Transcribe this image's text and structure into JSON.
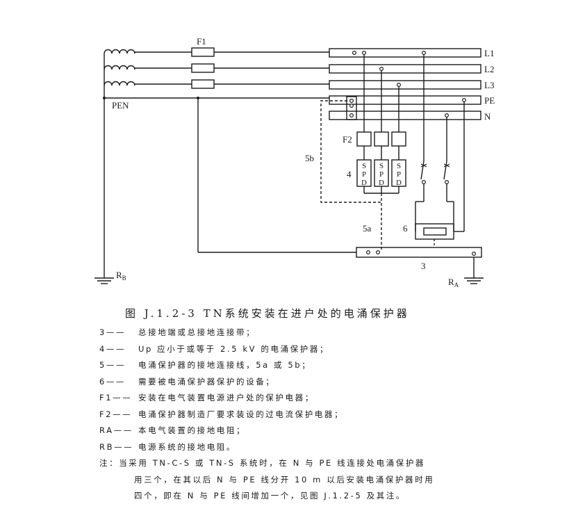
{
  "diagram": {
    "labels": {
      "f1": "F1",
      "l1": "L1",
      "l2": "L2",
      "l3": "L3",
      "pe": "PE",
      "n": "N",
      "pen": "PEN",
      "f2": "F2",
      "spd_letters": [
        "S",
        "P",
        "D"
      ],
      "label_4": "4",
      "label_5b": "5b",
      "label_5a": "5a",
      "label_6": "6",
      "label_3": "3",
      "rb_main": "R",
      "rb_sub": "B",
      "ra_main": "R",
      "ra_sub": "A"
    }
  },
  "caption": "图 J.1.2-3   TN系统安装在进户处的电涌保护器",
  "legend": [
    {
      "code": "3——",
      "text": "总接地端或总接地连接带；"
    },
    {
      "code": "4——",
      "text": "Up 应小于或等于 2.5 kV 的电涌保护器；"
    },
    {
      "code": "5——",
      "text": "电涌保护器的接地连接线，5a 或 5b；"
    },
    {
      "code": "6——",
      "text": "需要被电涌保护器保护的设备；"
    },
    {
      "code": "F1——",
      "text": "安装在电气装置电源进户处的保护电器；"
    },
    {
      "code": "F2——",
      "text": "电涌保护器制造厂要求装设的过电流保护电器；"
    },
    {
      "code": "RA——",
      "text": "本电气装置的接地电阻；"
    },
    {
      "code": "RB——",
      "text": "电源系统的接地电阻。"
    }
  ],
  "note": {
    "line1": "注：当采用 TN-C-S 或 TN-S 系统时，在 N 与 PE 线连接处电涌保护器",
    "line2": "用三个，在其以后 N 与 PE 线分开 10 m 以后安装电涌保护器时用",
    "line3": "四个，即在 N 与 PE 线间增加一个，见图 J.1.2-5 及其注。"
  }
}
